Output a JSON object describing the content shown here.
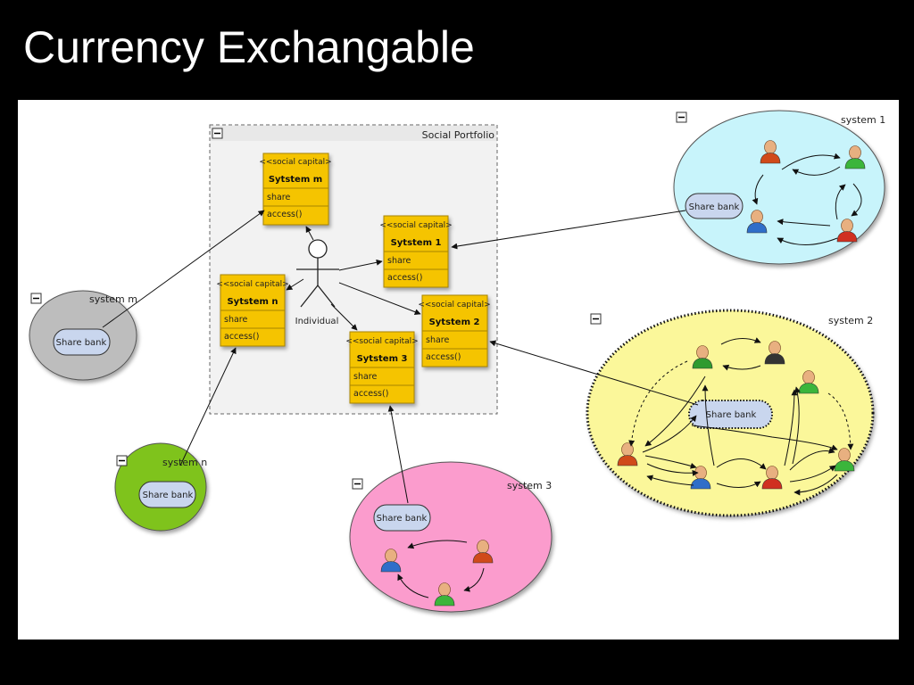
{
  "slide": {
    "title": "Currency Exchangable"
  },
  "portfolio": {
    "label": "Social Portfolio"
  },
  "actor": {
    "label": "Individual"
  },
  "classes": {
    "stereotype": "<<social capital>",
    "attr1": "share",
    "attr2": "access()",
    "system_m": "Sytstem m",
    "system_1": "Sytstem 1",
    "system_n": "Sytstem n",
    "system_2": "Sytstem 2",
    "system_3": "Sytstem 3"
  },
  "systems": {
    "system_1": "system 1",
    "system_m": "system m",
    "system_n": "system n",
    "system_2": "system 2",
    "system_3": "system 3"
  },
  "share_bank": "Share bank",
  "colors": {
    "class_fill": "#f5c400",
    "system_1": "#c8f4fb",
    "system_m": "#bdbdbd",
    "system_n": "#7fc31a",
    "system_2": "#fbf79a",
    "system_3": "#fb9ccd",
    "bank_fill": "#c9d6ee"
  },
  "icons": {
    "collapse": "minus-box-icon",
    "person": "person-icon"
  }
}
